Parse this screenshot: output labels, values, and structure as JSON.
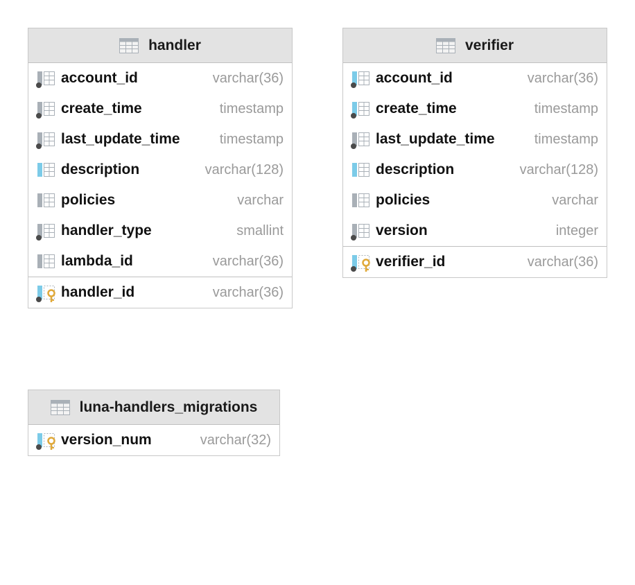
{
  "tables": {
    "handler": {
      "title": "handler",
      "columns": [
        {
          "name": "account_id",
          "type": "varchar(36)",
          "icon": "column-not-null-icon"
        },
        {
          "name": "create_time",
          "type": "timestamp",
          "icon": "column-not-null-icon"
        },
        {
          "name": "last_update_time",
          "type": "timestamp",
          "icon": "column-not-null-icon"
        },
        {
          "name": "description",
          "type": "varchar(128)",
          "icon": "column-nullable-icon"
        },
        {
          "name": "policies",
          "type": "varchar",
          "icon": "column-icon"
        },
        {
          "name": "handler_type",
          "type": "smallint",
          "icon": "column-not-null-icon"
        },
        {
          "name": "lambda_id",
          "type": "varchar(36)",
          "icon": "column-icon"
        }
      ],
      "primary_key": {
        "name": "handler_id",
        "type": "varchar(36)",
        "icon": "primary-key-icon"
      }
    },
    "verifier": {
      "title": "verifier",
      "columns": [
        {
          "name": "account_id",
          "type": "varchar(36)",
          "icon": "column-not-null-icon"
        },
        {
          "name": "create_time",
          "type": "timestamp",
          "icon": "column-not-null-icon"
        },
        {
          "name": "last_update_time",
          "type": "timestamp",
          "icon": "column-not-null-icon"
        },
        {
          "name": "description",
          "type": "varchar(128)",
          "icon": "column-nullable-icon"
        },
        {
          "name": "policies",
          "type": "varchar",
          "icon": "column-icon"
        },
        {
          "name": "version",
          "type": "integer",
          "icon": "column-not-null-icon"
        }
      ],
      "primary_key": {
        "name": "verifier_id",
        "type": "varchar(36)",
        "icon": "primary-key-icon"
      }
    },
    "migrations": {
      "title": "luna-handlers_migrations",
      "columns": [],
      "primary_key": {
        "name": "version_num",
        "type": "varchar(32)",
        "icon": "primary-key-icon"
      }
    }
  },
  "colors": {
    "header_bg": "#e3e3e3",
    "border": "#c8c8c8",
    "type_text": "#9a9a9a",
    "key_gold": "#e0a93a",
    "column_blue": "#7ccbe8",
    "column_gray": "#a9b0b7"
  }
}
